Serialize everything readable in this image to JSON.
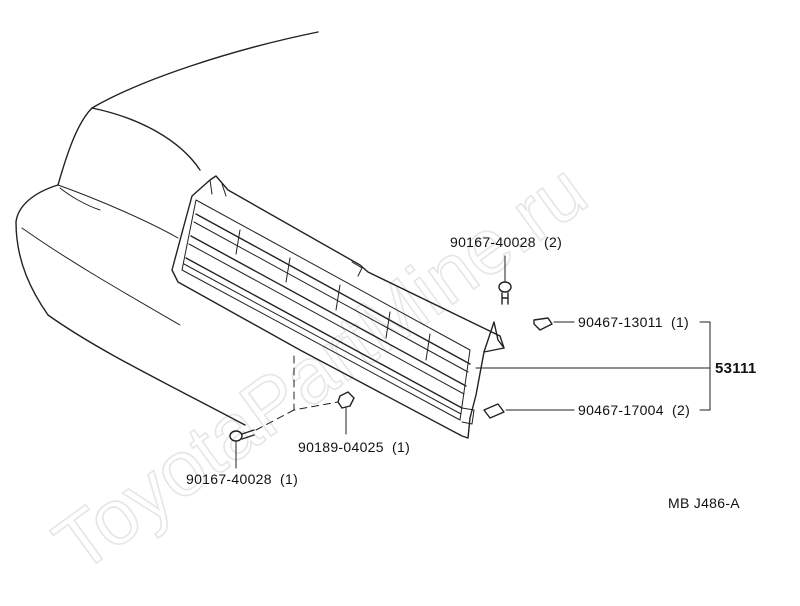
{
  "watermark": "ToyotaPartMine.ru",
  "drawing_id": "MB J486-A",
  "callouts": [
    {
      "part_no": "90167-40028",
      "qty": "(2)"
    },
    {
      "part_no": "90467-13011",
      "qty": "(1)"
    },
    {
      "part_no": "53111",
      "qty": ""
    },
    {
      "part_no": "90467-17004",
      "qty": "(2)"
    },
    {
      "part_no": "90189-04025",
      "qty": "(1)"
    },
    {
      "part_no": "90167-40028",
      "qty": "(1)"
    }
  ]
}
